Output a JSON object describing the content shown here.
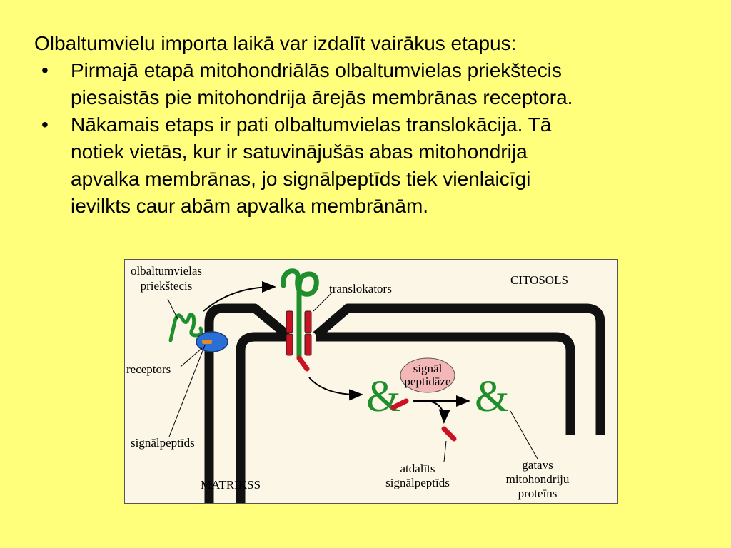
{
  "slide": {
    "intro": "Olbaltumvielu importa laikā var izdalīt vairākus etapus:",
    "bullet_char": "•",
    "bullets": [
      {
        "lines": [
          "Pirmajā etapā mitohondriālās olbaltumvielas priekštecis",
          "piesaistās pie mitohondrija ārejās membrānas receptora."
        ]
      },
      {
        "lines": [
          "Nākamais etaps ir pati olbaltumvielas translokācija. Tā",
          "notiek vietās, kur ir satuvinājušās abas mitohondrija",
          "apvalka membrānas, jo signālpeptīds tiek vienlaicīgi",
          "ievilkts caur abām apvalka membrānām."
        ]
      }
    ]
  },
  "diagram": {
    "precursor_label": [
      "olbaltumvielas",
      "priekštecis"
    ],
    "translocator_label": "translokators",
    "cytosol_label": "CITOSOLS",
    "receptor_label": "receptors",
    "signal_peptide_label": "signālpeptīds",
    "peptidase_label": [
      "signāl",
      "peptidāze"
    ],
    "cleaved_label": [
      "atdalīts",
      "signālpeptīds"
    ],
    "mature_label": [
      "gatavs",
      "mitohondriju",
      "proteīns"
    ],
    "matrix_label": "MATRIKSS",
    "colors": {
      "background": "#ffff7b",
      "panel": "#fcf6e6",
      "membrane": "#111111",
      "protein": "#1f8f2e",
      "signal_peptide": "#cc1122",
      "receptor": "#2a6fd6",
      "peptidase": "#f3b7b7"
    }
  }
}
